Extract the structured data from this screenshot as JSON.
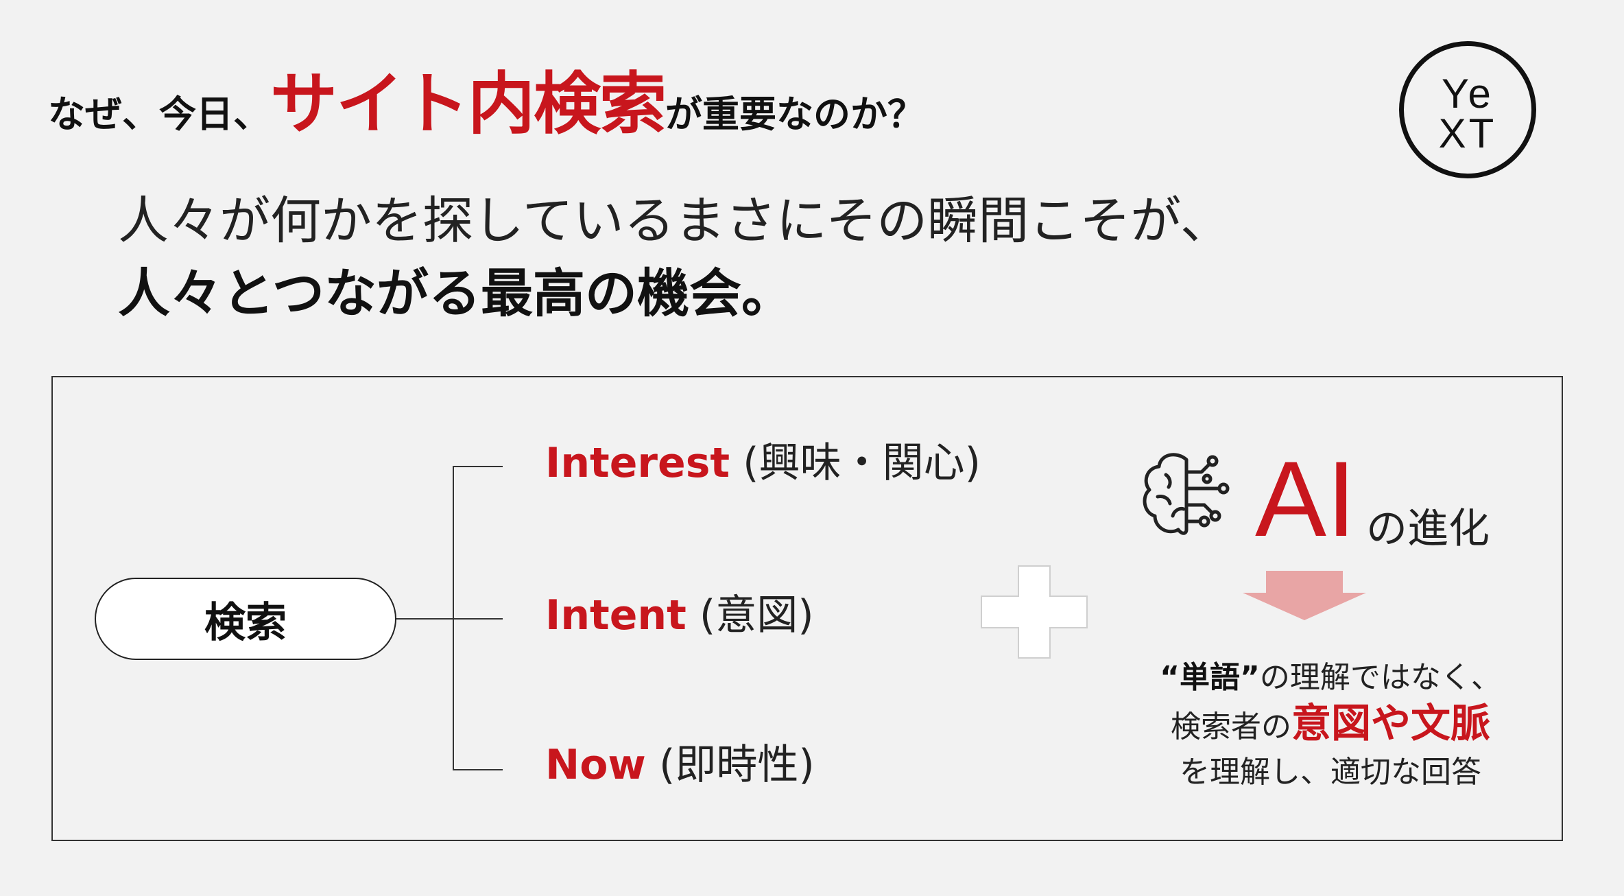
{
  "title": {
    "prefix": "なぜ、今日、",
    "highlight": "サイト内検索",
    "suffix": "が重要なのか？"
  },
  "logo": {
    "line1": "Ye",
    "line2": "XT"
  },
  "lead": {
    "line1": "人々が何かを探しているまさにその瞬間こそが、",
    "line2": "人々とつながる最高の機会。"
  },
  "diagram": {
    "root_label": "検索",
    "items": [
      {
        "keyword": "Interest",
        "note": " (興味・関心)"
      },
      {
        "keyword": "Intent",
        "note": " (意図)"
      },
      {
        "keyword": "Now",
        "note": " (即時性)"
      }
    ]
  },
  "ai": {
    "big": "AI",
    "suffix": "の進化",
    "desc": {
      "bold_quote": "“単語”",
      "part1": "の理解ではなく、",
      "part2": "検索者の",
      "highlight": "意図や文脈",
      "part3": "を理解し、適切な回答"
    }
  },
  "colors": {
    "accent": "#c8161d",
    "background": "#f2f2f2",
    "arrow": "#e8a5a5",
    "text": "#111111"
  },
  "icons": [
    "brain-circuit-icon",
    "plus-icon",
    "down-arrow-icon",
    "yext-logo"
  ]
}
